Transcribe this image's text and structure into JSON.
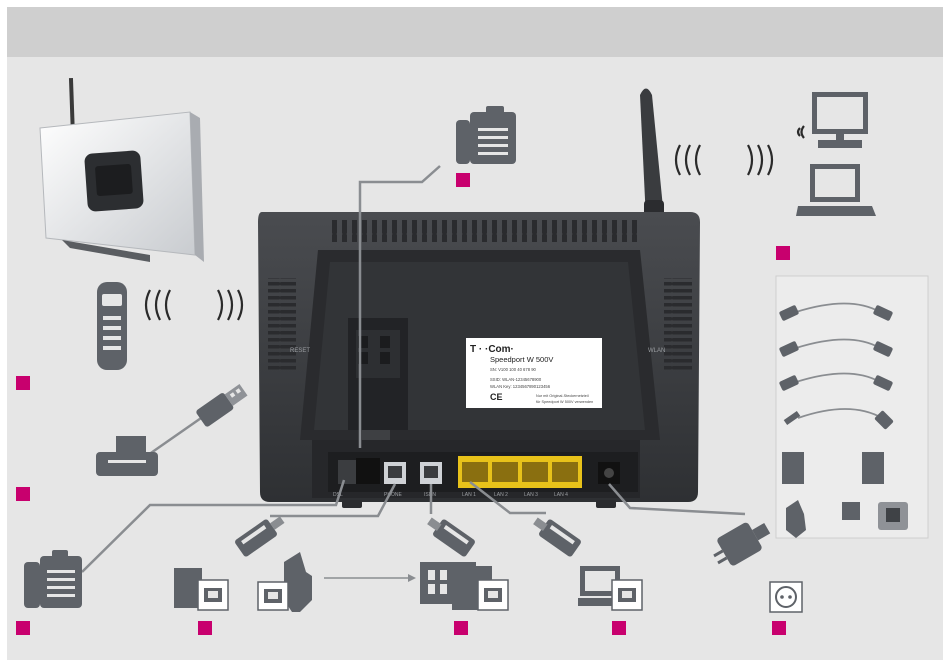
{
  "colors": {
    "background": "#e6e6e6",
    "header_bar": "#cfcfcf",
    "marker": "#c8006e",
    "device_body": "#3b3d40",
    "yellow_ports": "#e8c21a",
    "icon": "#5e6268"
  },
  "device_label": {
    "brand": "T · ·Com·",
    "model": "Speedport W 500V",
    "line1": "SN: V100 100 40 678 90",
    "line2": "SSID: WLAN-12345678900",
    "line3": "WLAN Key: 1234567890123456",
    "footer1": "Nur mit Original-Steckernetzteil",
    "footer2": "für Speedport W 500V verwenden",
    "ce_mark": "CE"
  },
  "port_labels": {
    "reset": "RESET",
    "wlan": "WLAN",
    "dsl": "DSL",
    "phone": "PHONE",
    "isdn": "ISDN",
    "lan1": "LAN 1",
    "lan2": "LAN 2",
    "lan3": "LAN 3",
    "lan4": "LAN 4"
  },
  "icons": [
    "router-icon",
    "phone-top-icon",
    "handset-icon",
    "usb-icon",
    "printer-icon",
    "phone-bottom-icon",
    "wall-socket-icon",
    "splitter-icon",
    "isdn-ntba-icon",
    "pc-icon",
    "power-socket-icon",
    "monitor-icon",
    "laptop-icon",
    "wireless-waves-icon",
    "cable-icon",
    "power-adapter-icon"
  ]
}
